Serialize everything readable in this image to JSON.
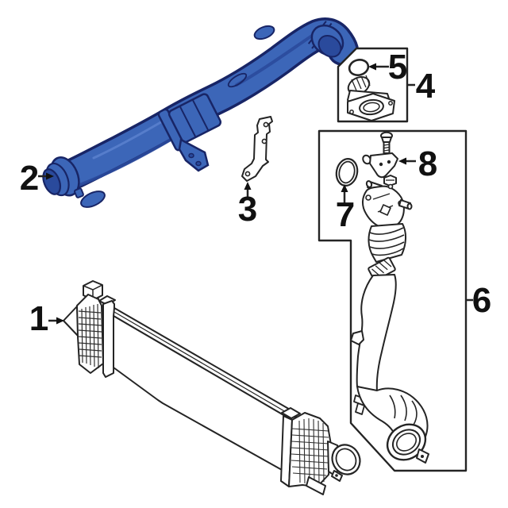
{
  "colors": {
    "background": "#ffffff",
    "line": "#242424",
    "label": "#111111",
    "hose-fill": "#3c66b8",
    "hose-dark": "#2a4a9c",
    "hose-outline": "#182566",
    "hose-light": "#5d83cf"
  },
  "callouts": [
    {
      "number": "1"
    },
    {
      "number": "2"
    },
    {
      "number": "3"
    },
    {
      "number": "4"
    },
    {
      "number": "5"
    },
    {
      "number": "6"
    },
    {
      "number": "7"
    },
    {
      "number": "8"
    }
  ]
}
